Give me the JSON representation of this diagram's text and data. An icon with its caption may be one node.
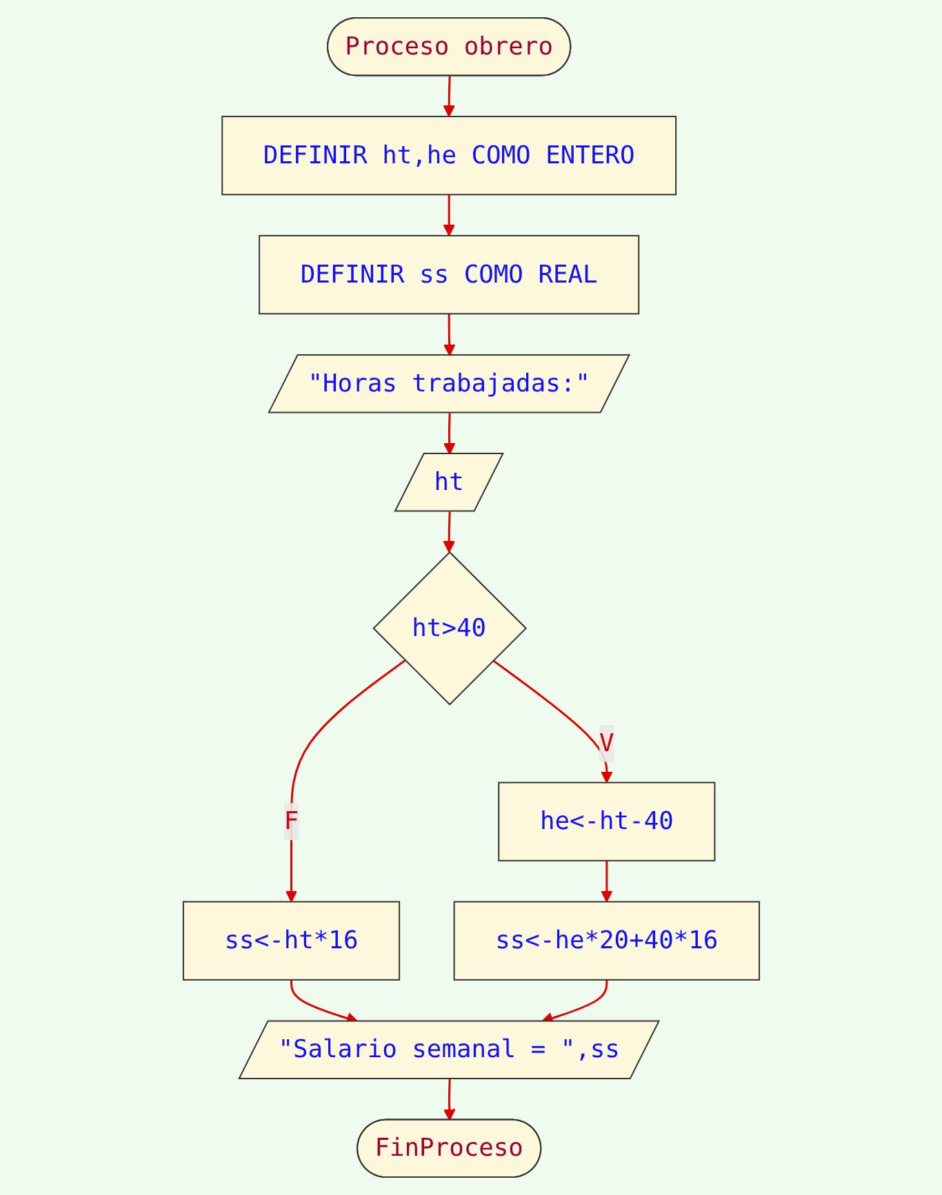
{
  "diagram": {
    "nodes": [
      {
        "text": [
          "Proceso obrero"
        ]
      },
      {
        "text": [
          "DEFINIR ht,he COMO ENTERO"
        ]
      },
      {
        "text": [
          "DEFINIR ss COMO REAL"
        ]
      },
      {
        "text": [
          "\"Horas trabajadas:\""
        ]
      },
      {
        "text": [
          "ht"
        ]
      },
      {
        "text": [
          "ht>40"
        ]
      },
      {
        "text": [
          "ss<-ht*16"
        ]
      },
      {
        "text": [
          "he<-ht-40"
        ]
      },
      {
        "text": [
          "ss<-he*20+40*16"
        ]
      },
      {
        "text": [
          "\"Salario semanal = \",ss"
        ]
      },
      {
        "text": [
          "FinProceso"
        ]
      }
    ],
    "edges": [
      {
        "from": 0,
        "to": 1,
        "arrow": "to"
      },
      {
        "from": 1,
        "to": 2,
        "arrow": "to"
      },
      {
        "from": 2,
        "to": 3,
        "arrow": "to"
      },
      {
        "from": 3,
        "to": 4,
        "arrow": "to"
      },
      {
        "from": 4,
        "to": 5,
        "arrow": "to"
      },
      {
        "from": 5,
        "to": 6,
        "label": "F",
        "arrow": "to"
      },
      {
        "from": 5,
        "to": 7,
        "label": "V",
        "arrow": "to"
      },
      {
        "from": 7,
        "to": 8,
        "arrow": "to"
      },
      {
        "from": 6,
        "to": 9,
        "arrow": "to"
      },
      {
        "from": 8,
        "to": 9,
        "arrow": "to"
      },
      {
        "from": 9,
        "to": 10,
        "arrow": "to"
      }
    ]
  }
}
